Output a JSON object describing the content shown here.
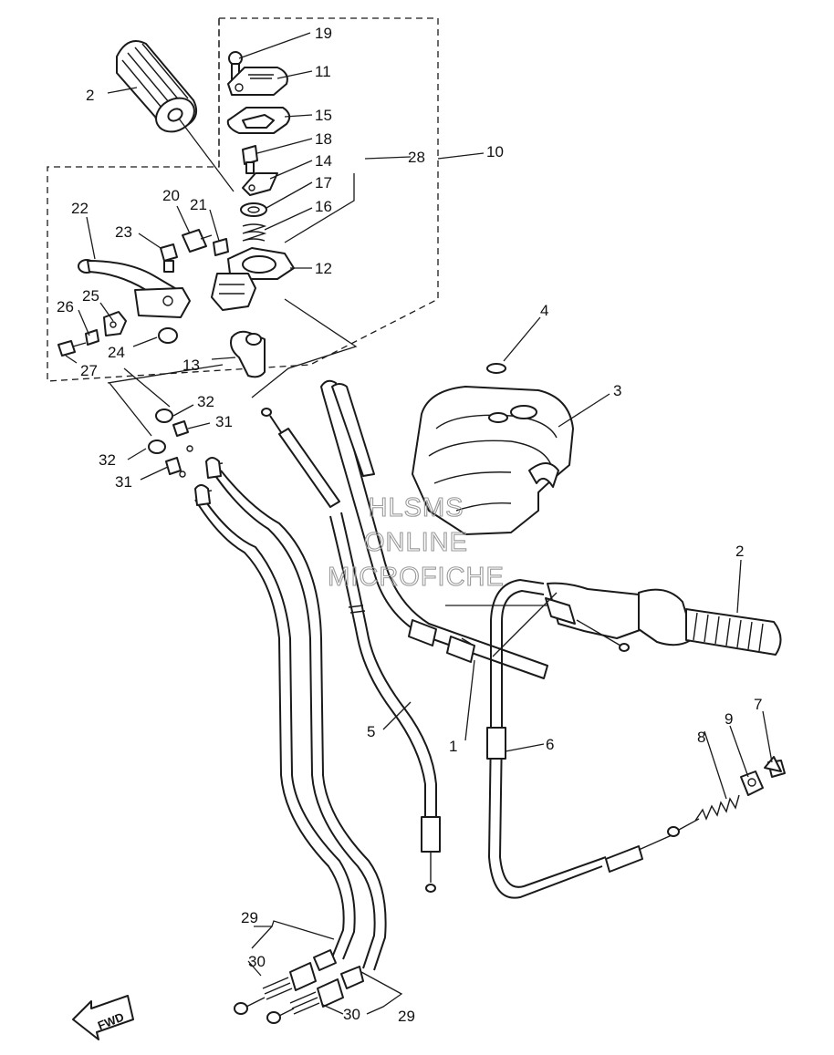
{
  "callouts": {
    "c1": "1",
    "c2a": "2",
    "c2b": "2",
    "c3": "3",
    "c4": "4",
    "c5": "5",
    "c6": "6",
    "c7": "7",
    "c8": "8",
    "c9": "9",
    "c10": "10",
    "c11": "11",
    "c12": "12",
    "c13": "13",
    "c14": "14",
    "c15": "15",
    "c16": "16",
    "c17": "17",
    "c18": "18",
    "c19": "19",
    "c20": "20",
    "c21": "21",
    "c22": "22",
    "c23": "23",
    "c24": "24",
    "c25": "25",
    "c26": "26",
    "c27": "27",
    "c28": "28",
    "c29a": "29",
    "c29b": "29",
    "c30a": "30",
    "c30b": "30",
    "c31a": "31",
    "c31b": "31",
    "c32a": "32",
    "c32b": "32"
  },
  "watermark": {
    "line1": "HLSMS",
    "line2": "ONLINE",
    "line3": "MICROFICHE"
  },
  "fwd_label": "FWD"
}
